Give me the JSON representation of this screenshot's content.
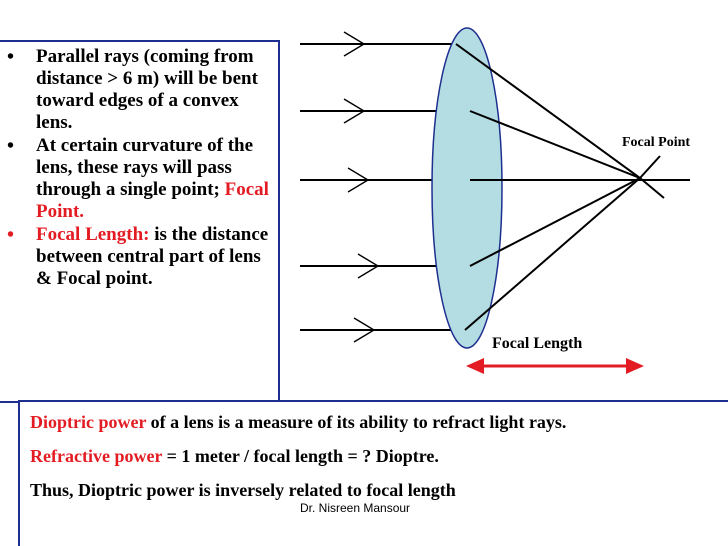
{
  "bullets": [
    {
      "text": "Parallel rays (coming from distance > 6 m) will be bent toward edges of a convex lens.",
      "highlight": "",
      "color": "#000000"
    },
    {
      "text": "At certain curvature of the lens, these rays will pass through a single point; ",
      "highlight": "Focal Point.",
      "color": "#000000"
    },
    {
      "text": " is the distance between central part of lens & Focal point.",
      "highlight": "Focal Length:",
      "color": "#e31c23"
    }
  ],
  "diagram": {
    "focal_point_label": "Focal Point",
    "focal_length_label": "Focal Length",
    "lens_color": "#b4dde3",
    "arrow_color": "#e31c23"
  },
  "definitions": {
    "dioptric_term": "Dioptric power",
    "dioptric_text": " of a lens is a measure of its ability to refract light rays.",
    "refractive_term": "Refractive power",
    "refractive_text": " = 1 meter / focal length = ? Dioptre.",
    "thus_text": "Thus, Dioptric power is inversely related to focal length"
  },
  "author": "Dr. Nisreen Mansour",
  "colors": {
    "accent_red": "#e31c23",
    "border_blue": "#1f2f8f"
  }
}
